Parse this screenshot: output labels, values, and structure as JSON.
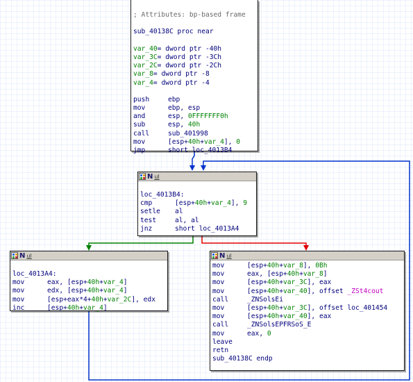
{
  "colors": {
    "edge_jump": "#0033cc",
    "edge_true": "#008000",
    "edge_false": "#e00000"
  },
  "header": {
    "n": "N",
    "ul": "ul"
  },
  "nodes": {
    "entry": {
      "attr_comment": "; Attributes: bp-based frame",
      "proc_line": "sub_40138C proc near",
      "vars": [
        {
          "name": "var_40",
          "def": "= dword ptr -40h"
        },
        {
          "name": "var_3C",
          "def": "= dword ptr -3Ch"
        },
        {
          "name": "var_2C",
          "def": "= dword ptr -2Ch"
        },
        {
          "name": "var_8",
          "def": "= dword ptr -8"
        },
        {
          "name": "var_4",
          "def": "= dword ptr -4"
        }
      ],
      "code": [
        {
          "mn": "push",
          "ops": [
            {
              "t": "ebp"
            }
          ]
        },
        {
          "mn": "mov",
          "ops": [
            {
              "t": "ebp, esp"
            }
          ]
        },
        {
          "mn": "and",
          "ops": [
            {
              "t": "esp, "
            },
            {
              "t": "0FFFFFFF0h",
              "c": "var"
            }
          ]
        },
        {
          "mn": "sub",
          "ops": [
            {
              "t": "esp, "
            },
            {
              "t": "40h",
              "c": "var"
            }
          ]
        },
        {
          "mn": "call",
          "ops": [
            {
              "t": "sub_401998"
            }
          ]
        },
        {
          "mn": "mov",
          "ops": [
            {
              "t": "[esp+"
            },
            {
              "t": "40h",
              "c": "var"
            },
            {
              "t": "+"
            },
            {
              "t": "var_4",
              "c": "var"
            },
            {
              "t": "], "
            },
            {
              "t": "0",
              "c": "var"
            }
          ]
        },
        {
          "mn": "jmp",
          "ops": [
            {
              "t": "short loc_4013B4"
            }
          ]
        }
      ]
    },
    "cond": {
      "label": "loc_4013B4:",
      "code": [
        {
          "mn": "cmp",
          "ops": [
            {
              "t": "[esp+"
            },
            {
              "t": "40h",
              "c": "var"
            },
            {
              "t": "+"
            },
            {
              "t": "var_4",
              "c": "var"
            },
            {
              "t": "], "
            },
            {
              "t": "9",
              "c": "var"
            }
          ]
        },
        {
          "mn": "setle",
          "ops": [
            {
              "t": "al"
            }
          ]
        },
        {
          "mn": "test",
          "ops": [
            {
              "t": "al, al"
            }
          ]
        },
        {
          "mn": "jnz",
          "ops": [
            {
              "t": "short loc_4013A4"
            }
          ]
        }
      ]
    },
    "loop": {
      "label": "loc_4013A4:",
      "code": [
        {
          "mn": "mov",
          "ops": [
            {
              "t": "eax, [esp+"
            },
            {
              "t": "40h",
              "c": "var"
            },
            {
              "t": "+"
            },
            {
              "t": "var_4",
              "c": "var"
            },
            {
              "t": "]"
            }
          ]
        },
        {
          "mn": "mov",
          "ops": [
            {
              "t": "edx, [esp+"
            },
            {
              "t": "40h",
              "c": "var"
            },
            {
              "t": "+"
            },
            {
              "t": "var_4",
              "c": "var"
            },
            {
              "t": "]"
            }
          ]
        },
        {
          "mn": "mov",
          "ops": [
            {
              "t": "[esp+eax*4+"
            },
            {
              "t": "40h",
              "c": "var"
            },
            {
              "t": "+"
            },
            {
              "t": "var_2C",
              "c": "var"
            },
            {
              "t": "], edx"
            }
          ]
        },
        {
          "mn": "inc",
          "ops": [
            {
              "t": "[esp+"
            },
            {
              "t": "40h",
              "c": "var"
            },
            {
              "t": "+"
            },
            {
              "t": "var_4",
              "c": "var"
            },
            {
              "t": "]"
            }
          ]
        }
      ]
    },
    "exit": {
      "code": [
        {
          "mn": "mov",
          "ops": [
            {
              "t": "[esp+"
            },
            {
              "t": "40h",
              "c": "var"
            },
            {
              "t": "+"
            },
            {
              "t": "var_8",
              "c": "var"
            },
            {
              "t": "], "
            },
            {
              "t": "0Bh",
              "c": "var"
            }
          ]
        },
        {
          "mn": "mov",
          "ops": [
            {
              "t": "eax, [esp+"
            },
            {
              "t": "40h",
              "c": "var"
            },
            {
              "t": "+"
            },
            {
              "t": "var_8",
              "c": "var"
            },
            {
              "t": "]"
            }
          ]
        },
        {
          "mn": "mov",
          "ops": [
            {
              "t": "[esp+"
            },
            {
              "t": "40h",
              "c": "var"
            },
            {
              "t": "+"
            },
            {
              "t": "var_3C",
              "c": "var"
            },
            {
              "t": "], eax"
            }
          ]
        },
        {
          "mn": "mov",
          "ops": [
            {
              "t": "[esp+"
            },
            {
              "t": "40h",
              "c": "var"
            },
            {
              "t": "+"
            },
            {
              "t": "var_40",
              "c": "var"
            },
            {
              "t": "], offset "
            },
            {
              "t": "_ZSt4cout",
              "c": "off"
            }
          ]
        },
        {
          "mn": "call",
          "ops": [
            {
              "t": "_ZNSolsEi"
            }
          ]
        },
        {
          "mn": "mov",
          "ops": [
            {
              "t": "[esp+"
            },
            {
              "t": "40h",
              "c": "var"
            },
            {
              "t": "+"
            },
            {
              "t": "var_3C",
              "c": "var"
            },
            {
              "t": "], offset loc_401454"
            }
          ]
        },
        {
          "mn": "mov",
          "ops": [
            {
              "t": "[esp+"
            },
            {
              "t": "40h",
              "c": "var"
            },
            {
              "t": "+"
            },
            {
              "t": "var_40",
              "c": "var"
            },
            {
              "t": "], eax"
            }
          ]
        },
        {
          "mn": "call",
          "ops": [
            {
              "t": "_ZNSolsEPFRSoS_E"
            }
          ]
        },
        {
          "mn": "mov",
          "ops": [
            {
              "t": "eax, "
            },
            {
              "t": "0",
              "c": "var"
            }
          ]
        },
        {
          "mn": "leave",
          "ops": []
        },
        {
          "mn": "retn",
          "ops": []
        }
      ],
      "endp_line": "sub_40138C endp"
    }
  }
}
